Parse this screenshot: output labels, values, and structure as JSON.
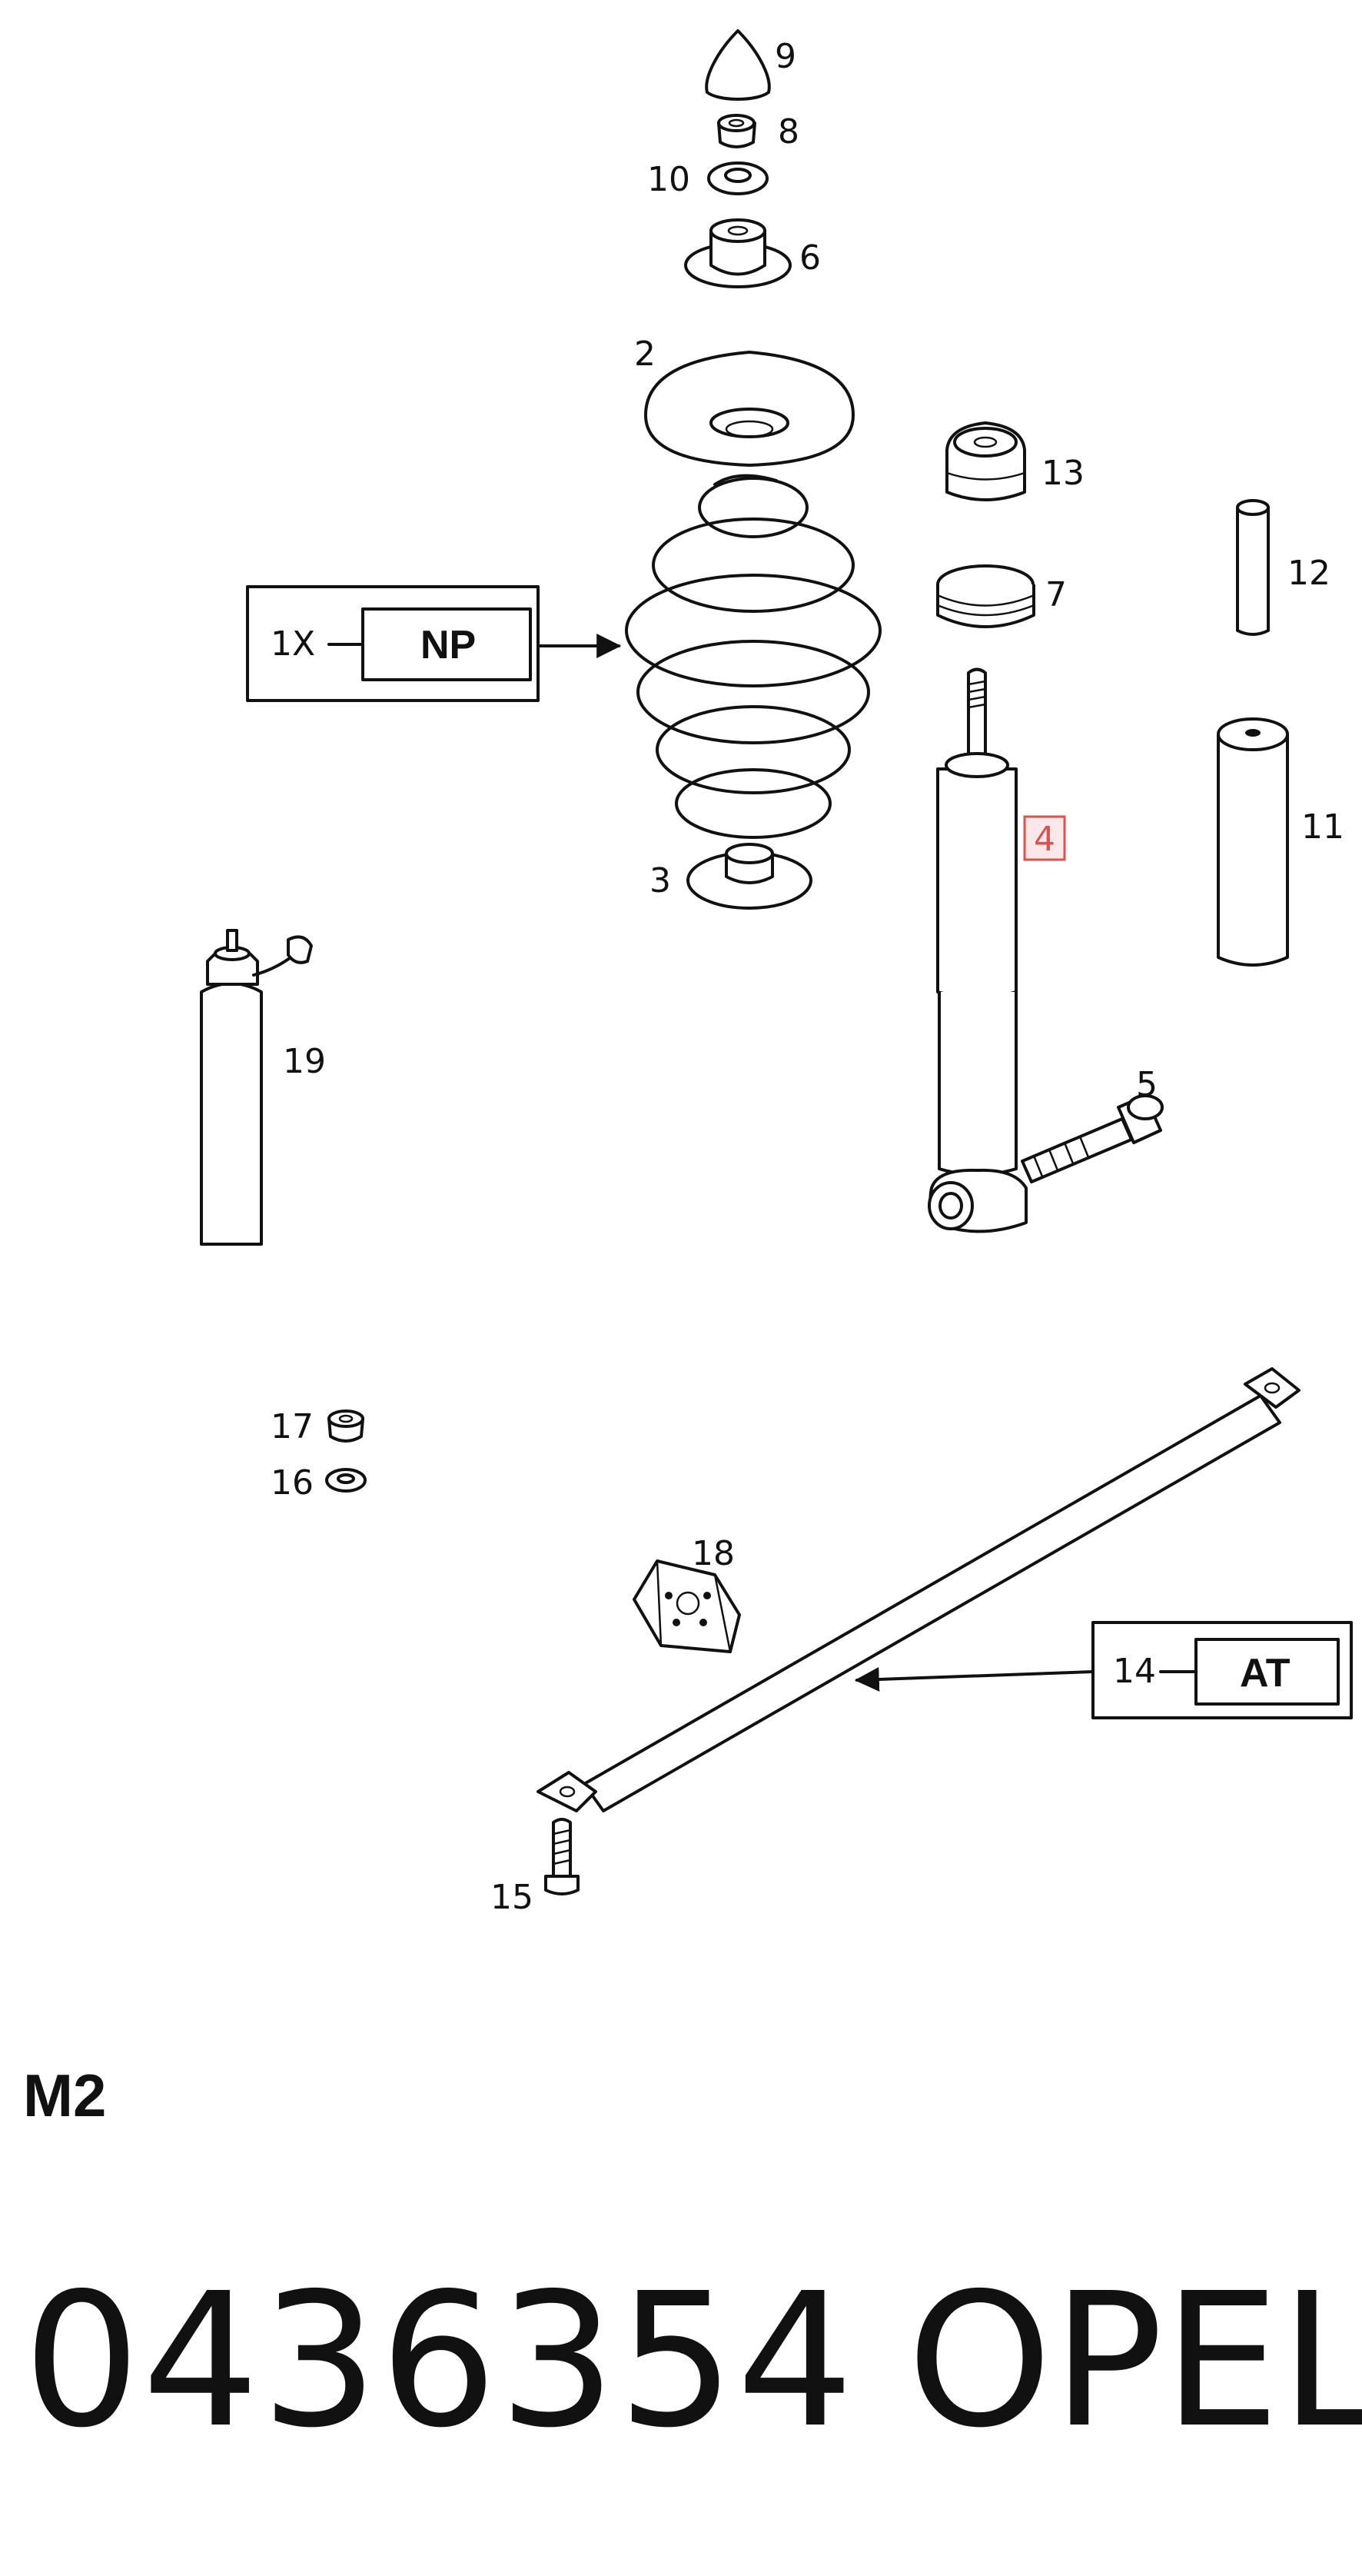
{
  "callouts": {
    "c1": "1X",
    "c2": "2",
    "c3": "3",
    "c4": "4",
    "c5": "5",
    "c6": "6",
    "c7": "7",
    "c8": "8",
    "c9": "9",
    "c10": "10",
    "c11": "11",
    "c12": "12",
    "c13": "13",
    "c14": "14",
    "c15": "15",
    "c16": "16",
    "c17": "17",
    "c18": "18",
    "c19": "19"
  },
  "boxes": {
    "np_label": "NP",
    "at_label": "AT"
  },
  "section_code": "M2",
  "part_number": "0436354",
  "brand": "OPEL",
  "highlight_color": "#d9534f"
}
